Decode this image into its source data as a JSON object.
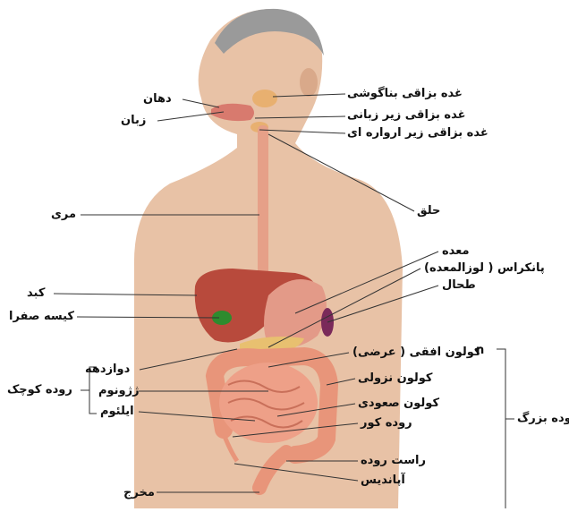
{
  "labels": {
    "mouth": "دهان",
    "tongue": "زبان",
    "parotid": "غده بزاقی بناگوشی",
    "sublingual": "غده بزاقی زیر زبانی",
    "submandibular": "غده بزاقی زیر ارواره ای",
    "pharynx": "حلق",
    "esophagus": "مری",
    "stomach": "معده",
    "pancreas": "پانکراس ( لوزالمعده)",
    "spleen": "طحال",
    "liver": "کبد",
    "gallbladder": "کیسه صفرا",
    "transverse_colon": "کولون افقی ( عرضی)",
    "transverse_prefix": "n",
    "duodenum": "دوازدهه",
    "small_intestine": "روده کوچک",
    "jejunum": "ژژونوم",
    "ileum": "ایلئوم",
    "descending_colon": "کولون نزولی",
    "ascending_colon": "کولون صعودی",
    "cecum": "روده کور",
    "large_intestine": "روده بزرگ",
    "rectum": "راست روده",
    "appendix": "آپاندیس",
    "anus": "مخرج"
  },
  "colors": {
    "skin": "#e8c2a6",
    "skin_shadow": "#d9a98a",
    "hair": "#9a9a9a",
    "liver": "#b84a3c",
    "stomach": "#e39a88",
    "intestine": "#e8957a",
    "gallbladder": "#2e8b2e",
    "pancreas": "#e8c070",
    "spleen": "#7a2a5a",
    "esophagus": "#e6a088"
  }
}
